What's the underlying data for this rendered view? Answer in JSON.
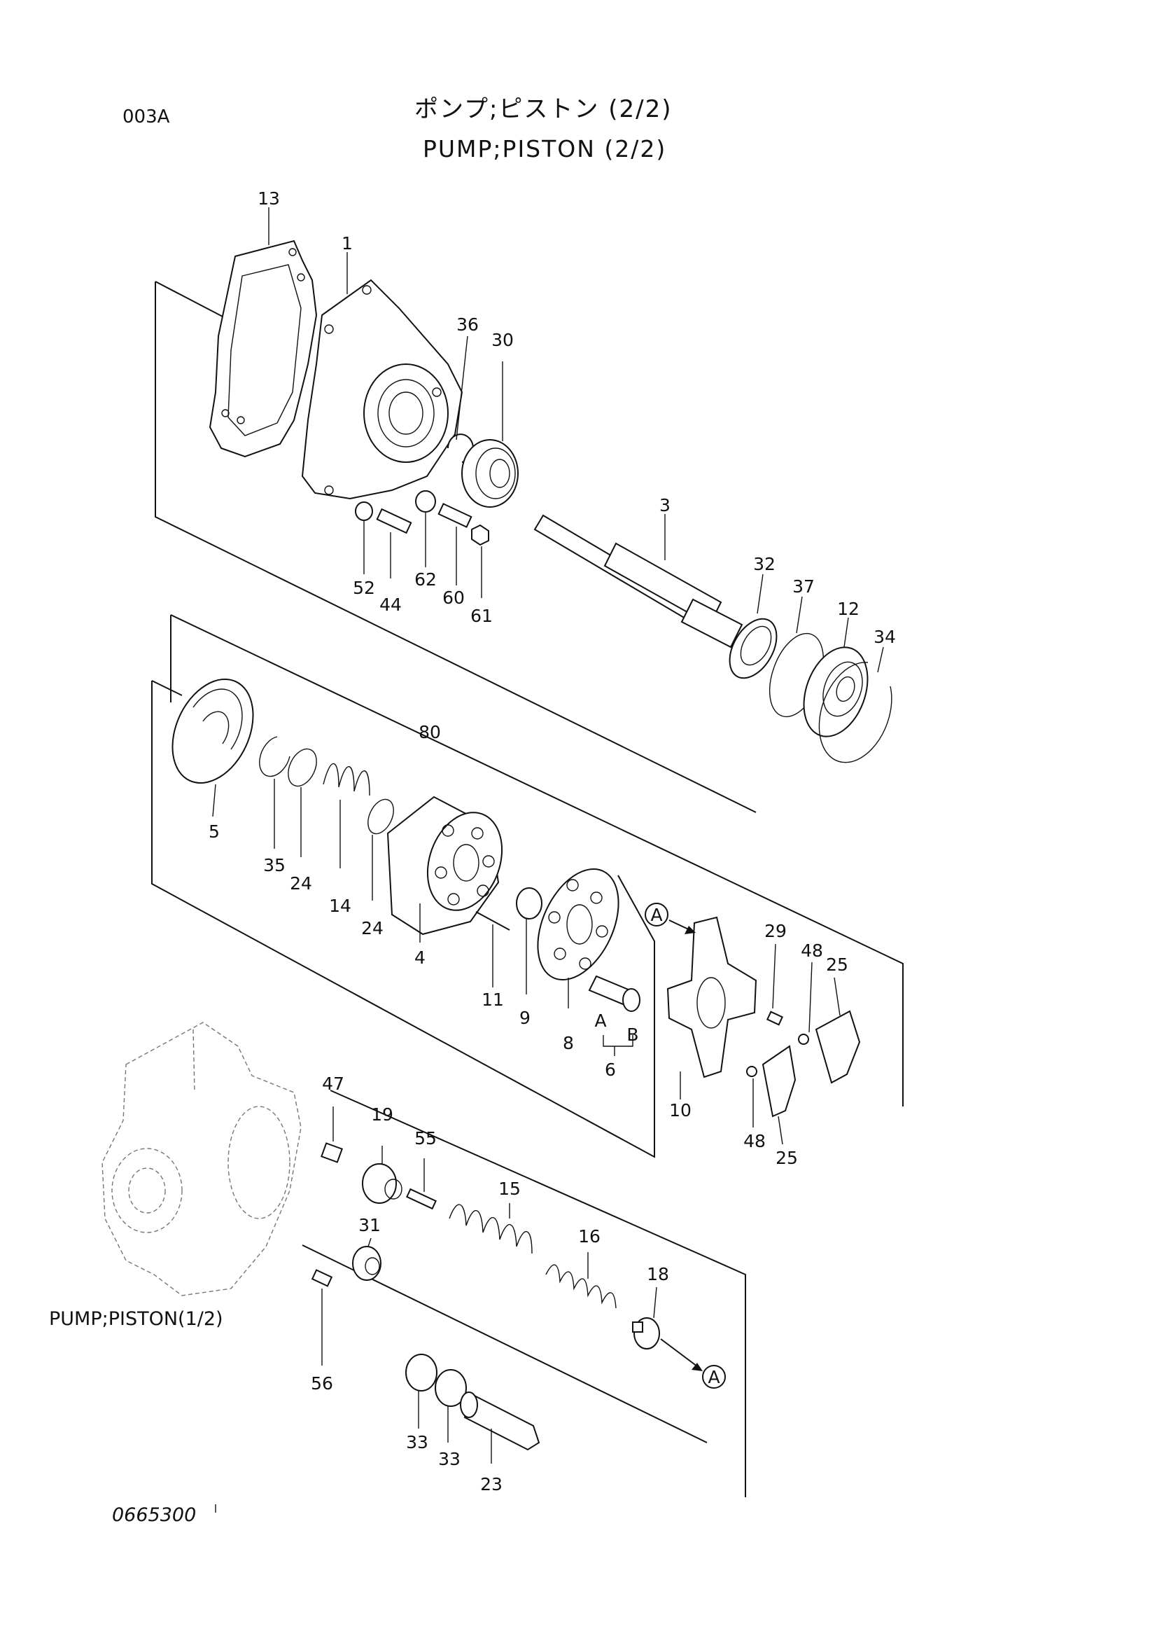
{
  "header": {
    "sheet_code": "003A",
    "title_jp": "ポンプ;ピストン (2/2)",
    "title_en": "PUMP;PISTON (2/2)"
  },
  "reference_label": "PUMP;PISTON(1/2)",
  "drawing_number": "0665300",
  "callouts": {
    "p1": "1",
    "p3": "3",
    "p4": "4",
    "p5": "5",
    "p6": "6",
    "p8": "8",
    "p9": "9",
    "p10": "10",
    "p11": "11",
    "p12": "12",
    "p13": "13",
    "p14": "14",
    "p15": "15",
    "p16": "16",
    "p18": "18",
    "p19": "19",
    "p23": "23",
    "p24a": "24",
    "p24b": "24",
    "p25a": "25",
    "p25b": "25",
    "p29": "29",
    "p30": "30",
    "p31": "31",
    "p32": "32",
    "p33a": "33",
    "p33b": "33",
    "p34": "34",
    "p35": "35",
    "p36": "36",
    "p37": "37",
    "p44": "44",
    "p47": "47",
    "p48a": "48",
    "p48b": "48",
    "p52": "52",
    "p55": "55",
    "p56": "56",
    "p60": "60",
    "p61": "61",
    "p62": "62",
    "p80": "80"
  },
  "markers": {
    "a1": "A",
    "a2": "A",
    "a_sub": "A",
    "b_sub": "B"
  }
}
